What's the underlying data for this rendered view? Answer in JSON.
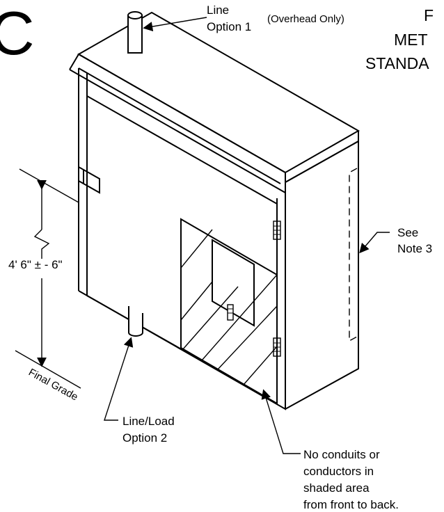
{
  "figure": {
    "letter": "C",
    "header_lines": [
      "F",
      "MET",
      "STANDA"
    ]
  },
  "labels": {
    "line_option_1": [
      "Line",
      "Option 1"
    ],
    "overhead_only": "(Overhead Only)",
    "see_note": [
      "See",
      "Note 3"
    ],
    "height": "4' 6\" ± - 6\"",
    "final_grade": "Final Grade",
    "line_load_option_2": [
      "Line/Load",
      "Option 2"
    ],
    "no_conduits": [
      "No conduits or",
      "conductors in",
      "shaded area",
      "from front to back."
    ]
  }
}
